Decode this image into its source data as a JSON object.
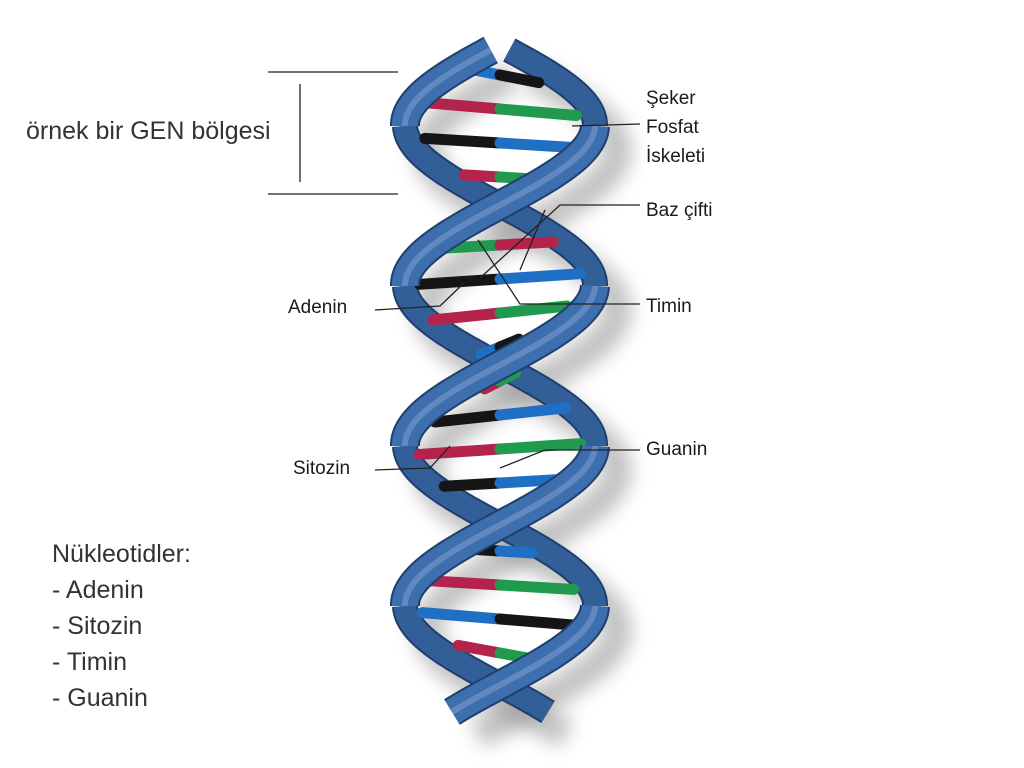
{
  "gene_region_label": "örnek bir GEN bölgesi",
  "labels": {
    "backbone": [
      "Şeker",
      "Fosfat",
      "İskeleti"
    ],
    "base_pair": "Baz çifti",
    "adenine": "Adenin",
    "thymine": "Timin",
    "cytosine": "Sitozin",
    "guanine": "Guanin"
  },
  "legend": {
    "title": "Nükleotidler:",
    "items": [
      "- Adenin",
      "- Sitozin",
      "- Timin",
      "- Guanin"
    ]
  },
  "colors": {
    "strand": "#3d6fae",
    "strand_dark": "#1f3f6e",
    "blue": "#1f6fc4",
    "red": "#b3234b",
    "green": "#1f9a4f",
    "black": "#151515"
  }
}
